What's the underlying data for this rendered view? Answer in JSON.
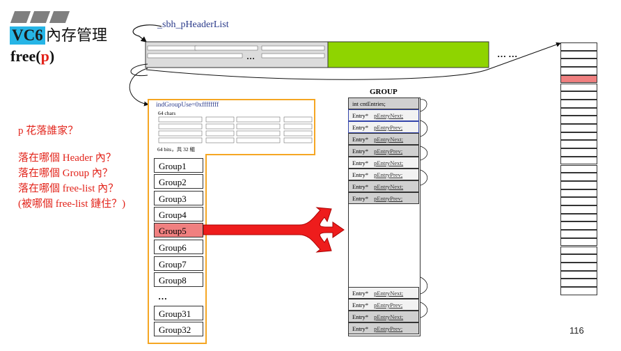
{
  "title": {
    "vc6": "VC6",
    "mm": "內存管理",
    "free_prefix": "free(",
    "free_p": "p",
    "free_suffix": ")"
  },
  "header_list_label": "_sbh_pHeaderList",
  "header_ellipsis": "… …",
  "header_dots": "…",
  "questions": {
    "q1": "p 花落誰家？",
    "q2": "落在哪個 Header 內？",
    "q3": "落在哪個 Group 內？",
    "q4": "落在哪個 free-list 內？",
    "q5": "(被哪個 free-list 鏈住？)"
  },
  "indgroup": {
    "label": "indGroupUse=0xffffffff",
    "chars": "64 chars",
    "bits": "64 bits，共 32 組"
  },
  "groups": [
    "Group1",
    "Group2",
    "Group3",
    "Group4",
    "Group5",
    "Group6",
    "Group7",
    "Group8",
    "…",
    "Group31",
    "Group32"
  ],
  "highlighted_group": "Group5",
  "group_struct": {
    "title": "GROUP",
    "cnt": "int  cntEntries;",
    "entry_prefix": "Entry*",
    "next": "pEntryNext;",
    "prev": "pEntryPrev;"
  },
  "page_number": "116",
  "colors": {
    "accent_blue": "#26b5e6",
    "red": "#e2231a",
    "highlight": "#f08080",
    "green": "#8fd400",
    "orange": "#f5a623"
  }
}
